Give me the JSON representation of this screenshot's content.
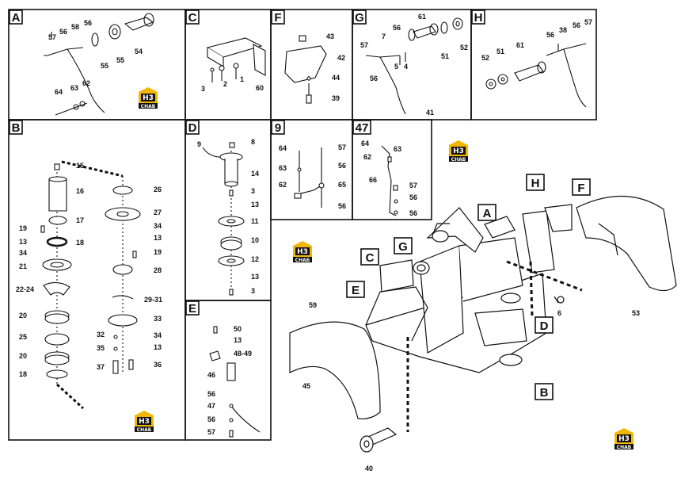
{
  "logo": {
    "mark": "H3",
    "text": "СНАБ",
    "color": "#f2b705"
  },
  "panels": [
    {
      "id": "A",
      "numbers": [
        "57",
        "56",
        "58",
        "56",
        "55",
        "55",
        "54",
        "64",
        "63",
        "62"
      ]
    },
    {
      "id": "B",
      "numbers": [
        "15",
        "16",
        "17",
        "18",
        "19",
        "13",
        "34",
        "21",
        "22-24",
        "20",
        "25",
        "20",
        "18",
        "26",
        "27",
        "34",
        "13",
        "19",
        "28",
        "29-31",
        "33",
        "32",
        "35",
        "34",
        "13",
        "37",
        "36"
      ]
    },
    {
      "id": "C",
      "numbers": [
        "2",
        "1",
        "3",
        "60"
      ]
    },
    {
      "id": "D",
      "numbers": [
        "9",
        "8",
        "14",
        "3",
        "13",
        "11",
        "10",
        "12",
        "13",
        "3"
      ]
    },
    {
      "id": "E",
      "numbers": [
        "50",
        "13",
        "48-49",
        "46",
        "56",
        "47",
        "56",
        "57"
      ]
    },
    {
      "id": "F",
      "numbers": [
        "43",
        "42",
        "44",
        "39"
      ]
    },
    {
      "id": "G",
      "numbers": [
        "57",
        "7",
        "56",
        "61",
        "51",
        "52",
        "5",
        "4",
        "56",
        "41"
      ]
    },
    {
      "id": "H",
      "numbers": [
        "52",
        "51",
        "61",
        "56",
        "38",
        "56",
        "57"
      ]
    },
    {
      "id": "9",
      "numbers": [
        "64",
        "57",
        "63",
        "56",
        "62",
        "65",
        "56"
      ]
    },
    {
      "id": "47",
      "numbers": [
        "64",
        "63",
        "62",
        "66",
        "57",
        "56",
        "56"
      ]
    }
  ],
  "main_view": {
    "callouts": [
      "A",
      "H",
      "F",
      "C",
      "G",
      "E",
      "D",
      "B"
    ],
    "numbers": [
      "59",
      "45",
      "6",
      "53",
      "40"
    ]
  }
}
